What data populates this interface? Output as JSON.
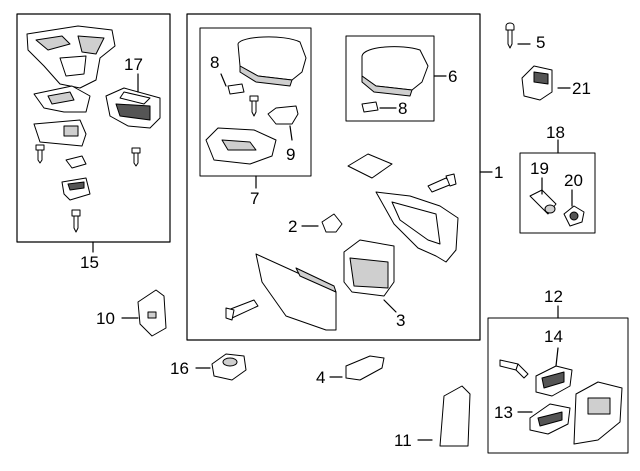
{
  "callouts": {
    "c1": "1",
    "c2": "2",
    "c3": "3",
    "c4": "4",
    "c5": "5",
    "c6": "6",
    "c7": "7",
    "c8a": "8",
    "c8b": "8",
    "c9": "9",
    "c10": "10",
    "c11": "11",
    "c12": "12",
    "c13": "13",
    "c14": "14",
    "c15": "15",
    "c16": "16",
    "c17": "17",
    "c18": "18",
    "c19": "19",
    "c20": "20",
    "c21": "21"
  },
  "colors": {
    "line": "#000000",
    "part_fill": "#ffffff",
    "shade": "#cfcfcf",
    "dark": "#555555"
  }
}
